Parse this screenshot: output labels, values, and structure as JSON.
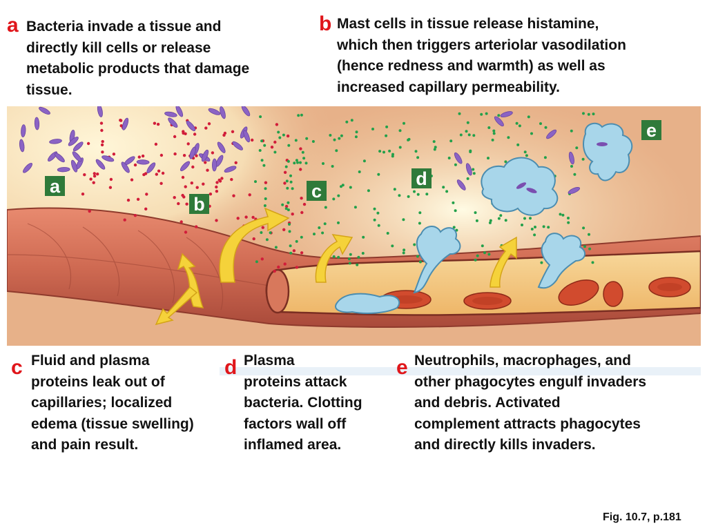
{
  "captions": {
    "a": {
      "letter": "a",
      "text": "Bacteria invade a tissue and\ndirectly kill cells or release\nmetabolic products that damage\ntissue."
    },
    "b": {
      "letter": "b",
      "text": "Mast cells in tissue release histamine,\nwhich then triggers arteriolar vasodilation\n(hence redness and warmth) as well as\nincreased capillary permeability."
    },
    "c": {
      "letter": "c",
      "text": "Fluid and plasma\nproteins leak out of\ncapillaries; localized\nedema (tissue swelling)\nand pain result."
    },
    "d": {
      "letter": "d",
      "text": "Plasma\nproteins attack\nbacteria. Clotting\nfactors wall off\ninflamed area."
    },
    "e": {
      "letter": "e",
      "text": "Neutrophils, macrophages, and\nother phagocytes engulf invaders\nand debris. Activated\ncomplement attracts phagocytes\nand directly kills invaders."
    }
  },
  "illustration_labels": {
    "a": "a",
    "b": "b",
    "c": "c",
    "d": "d",
    "e": "e"
  },
  "figure_credit": "Fig. 10.7, p.181",
  "colors": {
    "letter_red": "#e0161b",
    "label_box_green": "#2f7a3a",
    "tissue": "#e7b189",
    "vessel_wall": "#c85f4b",
    "vessel_lumen": "#f4c67a",
    "red_blood_cell": "#d14b2e",
    "bacteria_purple": "#8b63c4",
    "histamine_red": "#d11d3a",
    "plasma_green": "#22a04a",
    "phagocyte_blue": "#a8d6ea",
    "arrow_yellow": "#f5d23a"
  }
}
